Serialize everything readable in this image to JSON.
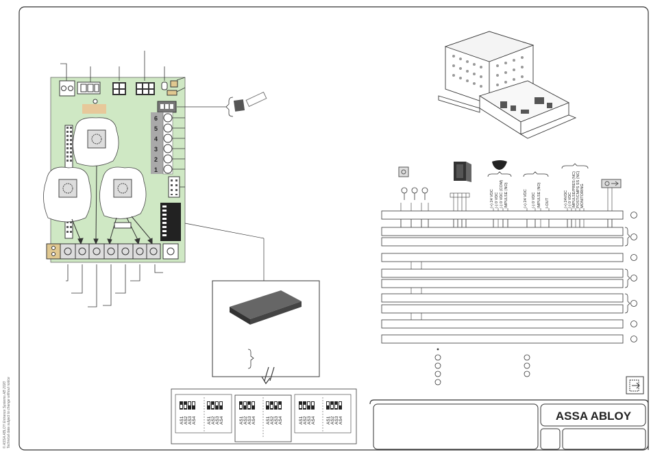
{
  "brand": {
    "logo_text": "ASSA ABLOY"
  },
  "footer_side": {
    "copyright": "© ASSA ABLOY Entrance Systems AB 2020",
    "disclaimer": "Technical data subject to change without notice"
  },
  "board": {
    "terminal_numbers": [
      "6",
      "5",
      "4",
      "3",
      "2",
      "1"
    ]
  },
  "terminal_groups": [
    {
      "id": "g1",
      "labels": [
        "(+) 24 VDC",
        "(-) 0 VDC",
        "(-) 0 VDC (COM)",
        "IMPULSE (NO)"
      ]
    },
    {
      "id": "g2",
      "labels": [
        "(+) 24 VDC",
        "(-) 0 VDC",
        "IMPULSE (NO)",
        "I-OUT"
      ]
    },
    {
      "id": "g3",
      "labels": [
        "(+) 24VDC",
        "(-) 0 VDC",
        "IMPULSE/PRES (NC)",
        "POST/CMPS SS (NC)",
        "MONITORING"
      ]
    }
  ],
  "dip_groups": [
    {
      "id": "dg1",
      "switches": [
        "AS1",
        "AS2",
        "AS3",
        "AS4"
      ]
    },
    {
      "id": "dg2",
      "switches": [
        "AS1",
        "AS2",
        "AS3",
        "AS4"
      ]
    },
    {
      "id": "dg3",
      "switches": [
        "AS1",
        "AS2",
        "AS3",
        "AS4"
      ]
    },
    {
      "id": "dg4",
      "switches": [
        "AS1",
        "AS2",
        "AS3",
        "AS4"
      ]
    },
    {
      "id": "dg5",
      "switches": [
        "AS1",
        "AS2",
        "AS3",
        "AS4"
      ]
    },
    {
      "id": "dg6",
      "switches": [
        "AS1",
        "AS2",
        "AS3",
        "AS4"
      ]
    }
  ],
  "colors": {
    "board_green": "#cfe8c4",
    "frame": "#333333",
    "gray_terminal": "#a9a9a9"
  },
  "icons": [
    "dip-switch-icon",
    "keypad-icon",
    "motion-sensor-icon",
    "key-switch-icon",
    "exit-icon",
    "rotary-switch-icon"
  ]
}
